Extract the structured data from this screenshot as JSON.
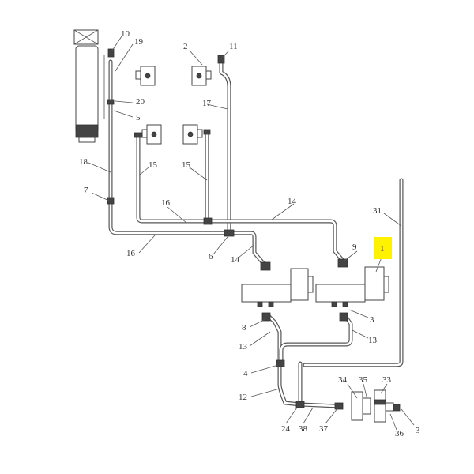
{
  "diagram": {
    "type": "pneumatic-schematic",
    "highlight_color": "#fff200",
    "line_color": "#555555",
    "callouts": [
      {
        "id": "c10",
        "label": "10"
      },
      {
        "id": "c19",
        "label": "19"
      },
      {
        "id": "c2",
        "label": "2"
      },
      {
        "id": "c11",
        "label": "11"
      },
      {
        "id": "c20",
        "label": "20"
      },
      {
        "id": "c17",
        "label": "17"
      },
      {
        "id": "c5",
        "label": "5"
      },
      {
        "id": "c18",
        "label": "18"
      },
      {
        "id": "c15a",
        "label": "15"
      },
      {
        "id": "c15b",
        "label": "15"
      },
      {
        "id": "c7",
        "label": "7"
      },
      {
        "id": "c14a",
        "label": "14"
      },
      {
        "id": "c16a",
        "label": "16"
      },
      {
        "id": "c31",
        "label": "31"
      },
      {
        "id": "c16b",
        "label": "16"
      },
      {
        "id": "c1",
        "label": "1"
      },
      {
        "id": "c9",
        "label": "9"
      },
      {
        "id": "c6",
        "label": "6"
      },
      {
        "id": "c14b",
        "label": "14"
      },
      {
        "id": "c8",
        "label": "8"
      },
      {
        "id": "c3a",
        "label": "3"
      },
      {
        "id": "c13a",
        "label": "13"
      },
      {
        "id": "c13b",
        "label": "13"
      },
      {
        "id": "c4",
        "label": "4"
      },
      {
        "id": "c34",
        "label": "34"
      },
      {
        "id": "c35",
        "label": "35"
      },
      {
        "id": "c33",
        "label": "33"
      },
      {
        "id": "c12",
        "label": "12"
      },
      {
        "id": "c24",
        "label": "24"
      },
      {
        "id": "c38",
        "label": "38"
      },
      {
        "id": "c37",
        "label": "37"
      },
      {
        "id": "c36",
        "label": "36"
      },
      {
        "id": "c3b",
        "label": "3"
      }
    ]
  }
}
